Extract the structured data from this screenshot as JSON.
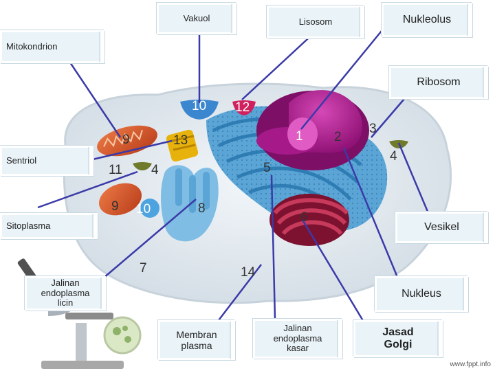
{
  "labels": {
    "vakuol": "Vakuol",
    "lisosom": "Lisosom",
    "nukleolus": "Nukleolus",
    "mitokondrion": "Mitokondrion",
    "ribosom": "Ribosom",
    "sentriol": "Sentriol",
    "sitoplasma": "Sitoplasma",
    "vesikel": "Vesikel",
    "re_licin": "Jalinan\nendoplasma\nlicin",
    "nukleus": "Nukleus",
    "membran": "Membran\nplasma",
    "re_kasar": "Jalinan\nendoplasma\nkasar",
    "golgi": "Jasad\nGolgi"
  },
  "numbers": {
    "n1": "1",
    "n2": "2",
    "n3": "3",
    "n4a": "4",
    "n4b": "4",
    "n5": "5",
    "n6": "6",
    "n7": "7",
    "n8": "8",
    "n9a": "9",
    "n9b": "9",
    "n10a": "10",
    "n10b": "10",
    "n11": "11",
    "n12": "12",
    "n13": "13",
    "n14": "14"
  },
  "footer": "www.fppt.info",
  "colors": {
    "line": "#3a3aa8",
    "cytoplasm": "#dfe7ee",
    "er": "#4a97cf",
    "nucleus": "#b2168f",
    "golgi": "#9d1a3a",
    "mito": "#d85a2e",
    "centriole": "#e8b20c"
  }
}
